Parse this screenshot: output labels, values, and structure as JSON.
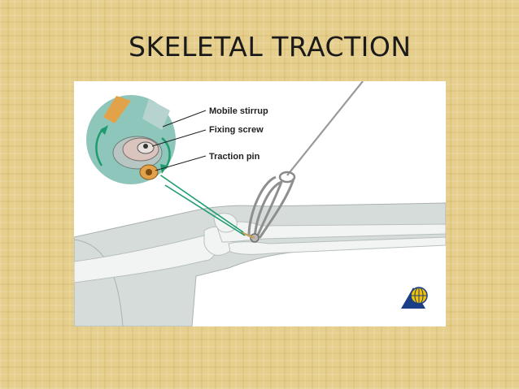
{
  "slide": {
    "title": "SKELETAL TRACTION"
  },
  "figure": {
    "labels": {
      "mobile_stirrup": "Mobile stirrup",
      "fixing_screw": "Fixing screw",
      "traction_pin": "Traction pin"
    },
    "colors": {
      "skin": "#d6dcda",
      "bone": "#f2f4f3",
      "inset_bg": "#8fc6bb",
      "green_accent": "#1e9c6e",
      "pin_orange": "#e2a24a",
      "cord": "#9a9a9a"
    },
    "icons": [
      "logo-icon"
    ]
  }
}
